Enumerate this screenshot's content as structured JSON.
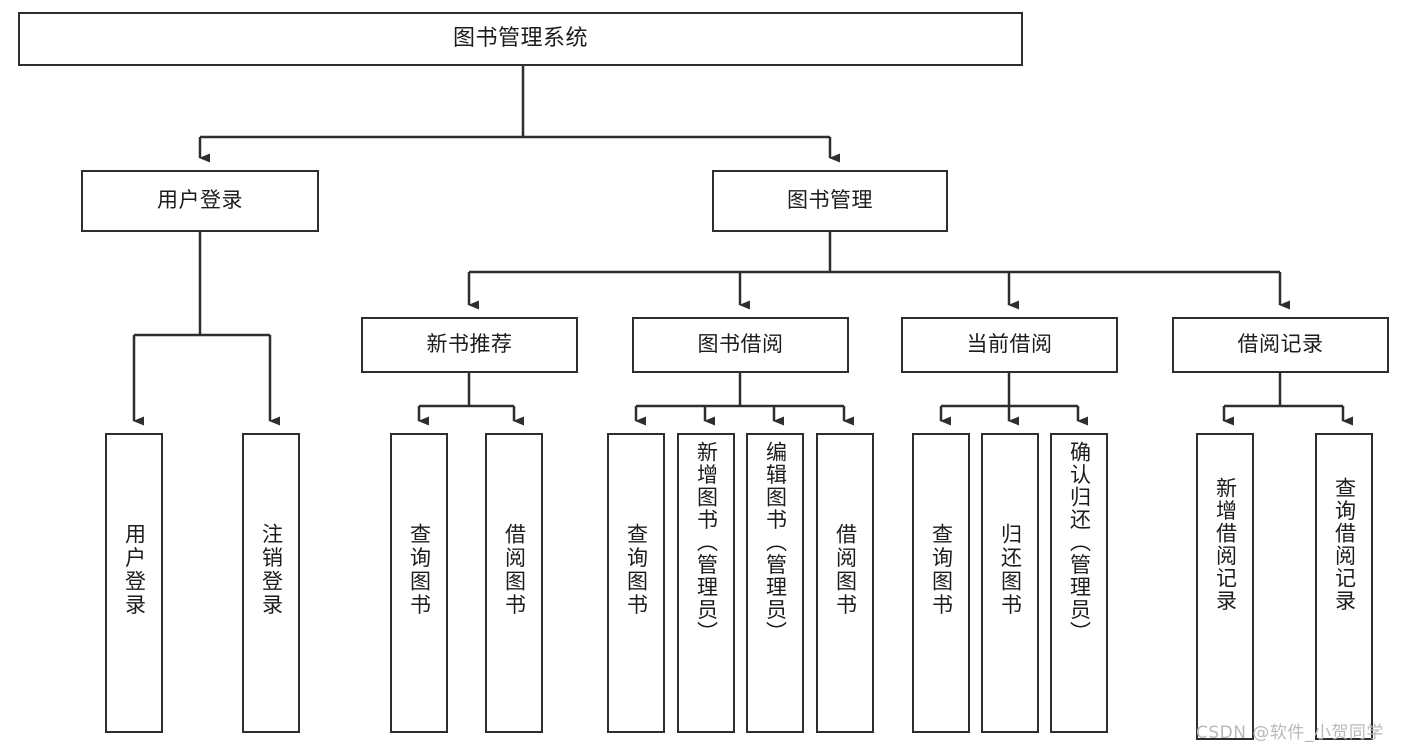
{
  "diagram": {
    "type": "tree-hierarchy",
    "title": "图书管理系统",
    "orientation": "top-down",
    "colors": {
      "box_border": "#2e2e2e",
      "box_fill": "#ffffff",
      "connector": "#2e2e2e",
      "text": "#1c1c1c",
      "watermark": "#b9b9b9",
      "background": "#ffffff"
    },
    "nodes": {
      "root": {
        "label": "图书管理系统",
        "level": 0
      },
      "level1": [
        {
          "id": "user-login",
          "label": "用户登录"
        },
        {
          "id": "book-management",
          "label": "图书管理"
        }
      ],
      "level2": [
        {
          "id": "new-book-recommend",
          "label": "新书推荐",
          "parent": "book-management"
        },
        {
          "id": "book-borrow",
          "label": "图书借阅",
          "parent": "book-management"
        },
        {
          "id": "current-borrow",
          "label": "当前借阅",
          "parent": "book-management"
        },
        {
          "id": "borrow-record",
          "label": "借阅记录",
          "parent": "book-management"
        }
      ],
      "leaves": [
        {
          "id": "leaf-user-login",
          "label": "用户登录",
          "parent": "user-login"
        },
        {
          "id": "leaf-logout",
          "label": "注销登录",
          "parent": "user-login"
        },
        {
          "id": "leaf-query-book-1",
          "label": "查询图书",
          "parent": "new-book-recommend"
        },
        {
          "id": "leaf-borrow-book-1",
          "label": "借阅图书",
          "parent": "new-book-recommend"
        },
        {
          "id": "leaf-query-book-2",
          "label": "查询图书",
          "parent": "book-borrow"
        },
        {
          "id": "leaf-add-book",
          "label": "新增图书（管理员）",
          "parent": "book-borrow"
        },
        {
          "id": "leaf-edit-book",
          "label": "编辑图书（管理员）",
          "parent": "book-borrow"
        },
        {
          "id": "leaf-borrow-book-2",
          "label": "借阅图书",
          "parent": "book-borrow"
        },
        {
          "id": "leaf-query-book-3",
          "label": "查询图书",
          "parent": "current-borrow"
        },
        {
          "id": "leaf-return-book",
          "label": "归还图书",
          "parent": "current-borrow"
        },
        {
          "id": "leaf-confirm-return",
          "label": "确认归还（管理员）",
          "parent": "current-borrow"
        },
        {
          "id": "leaf-add-record",
          "label": "新增借阅记录",
          "parent": "borrow-record"
        },
        {
          "id": "leaf-query-record",
          "label": "查询借阅记录",
          "parent": "borrow-record"
        }
      ]
    },
    "watermark": "CSDN @软件_小贺同学"
  }
}
